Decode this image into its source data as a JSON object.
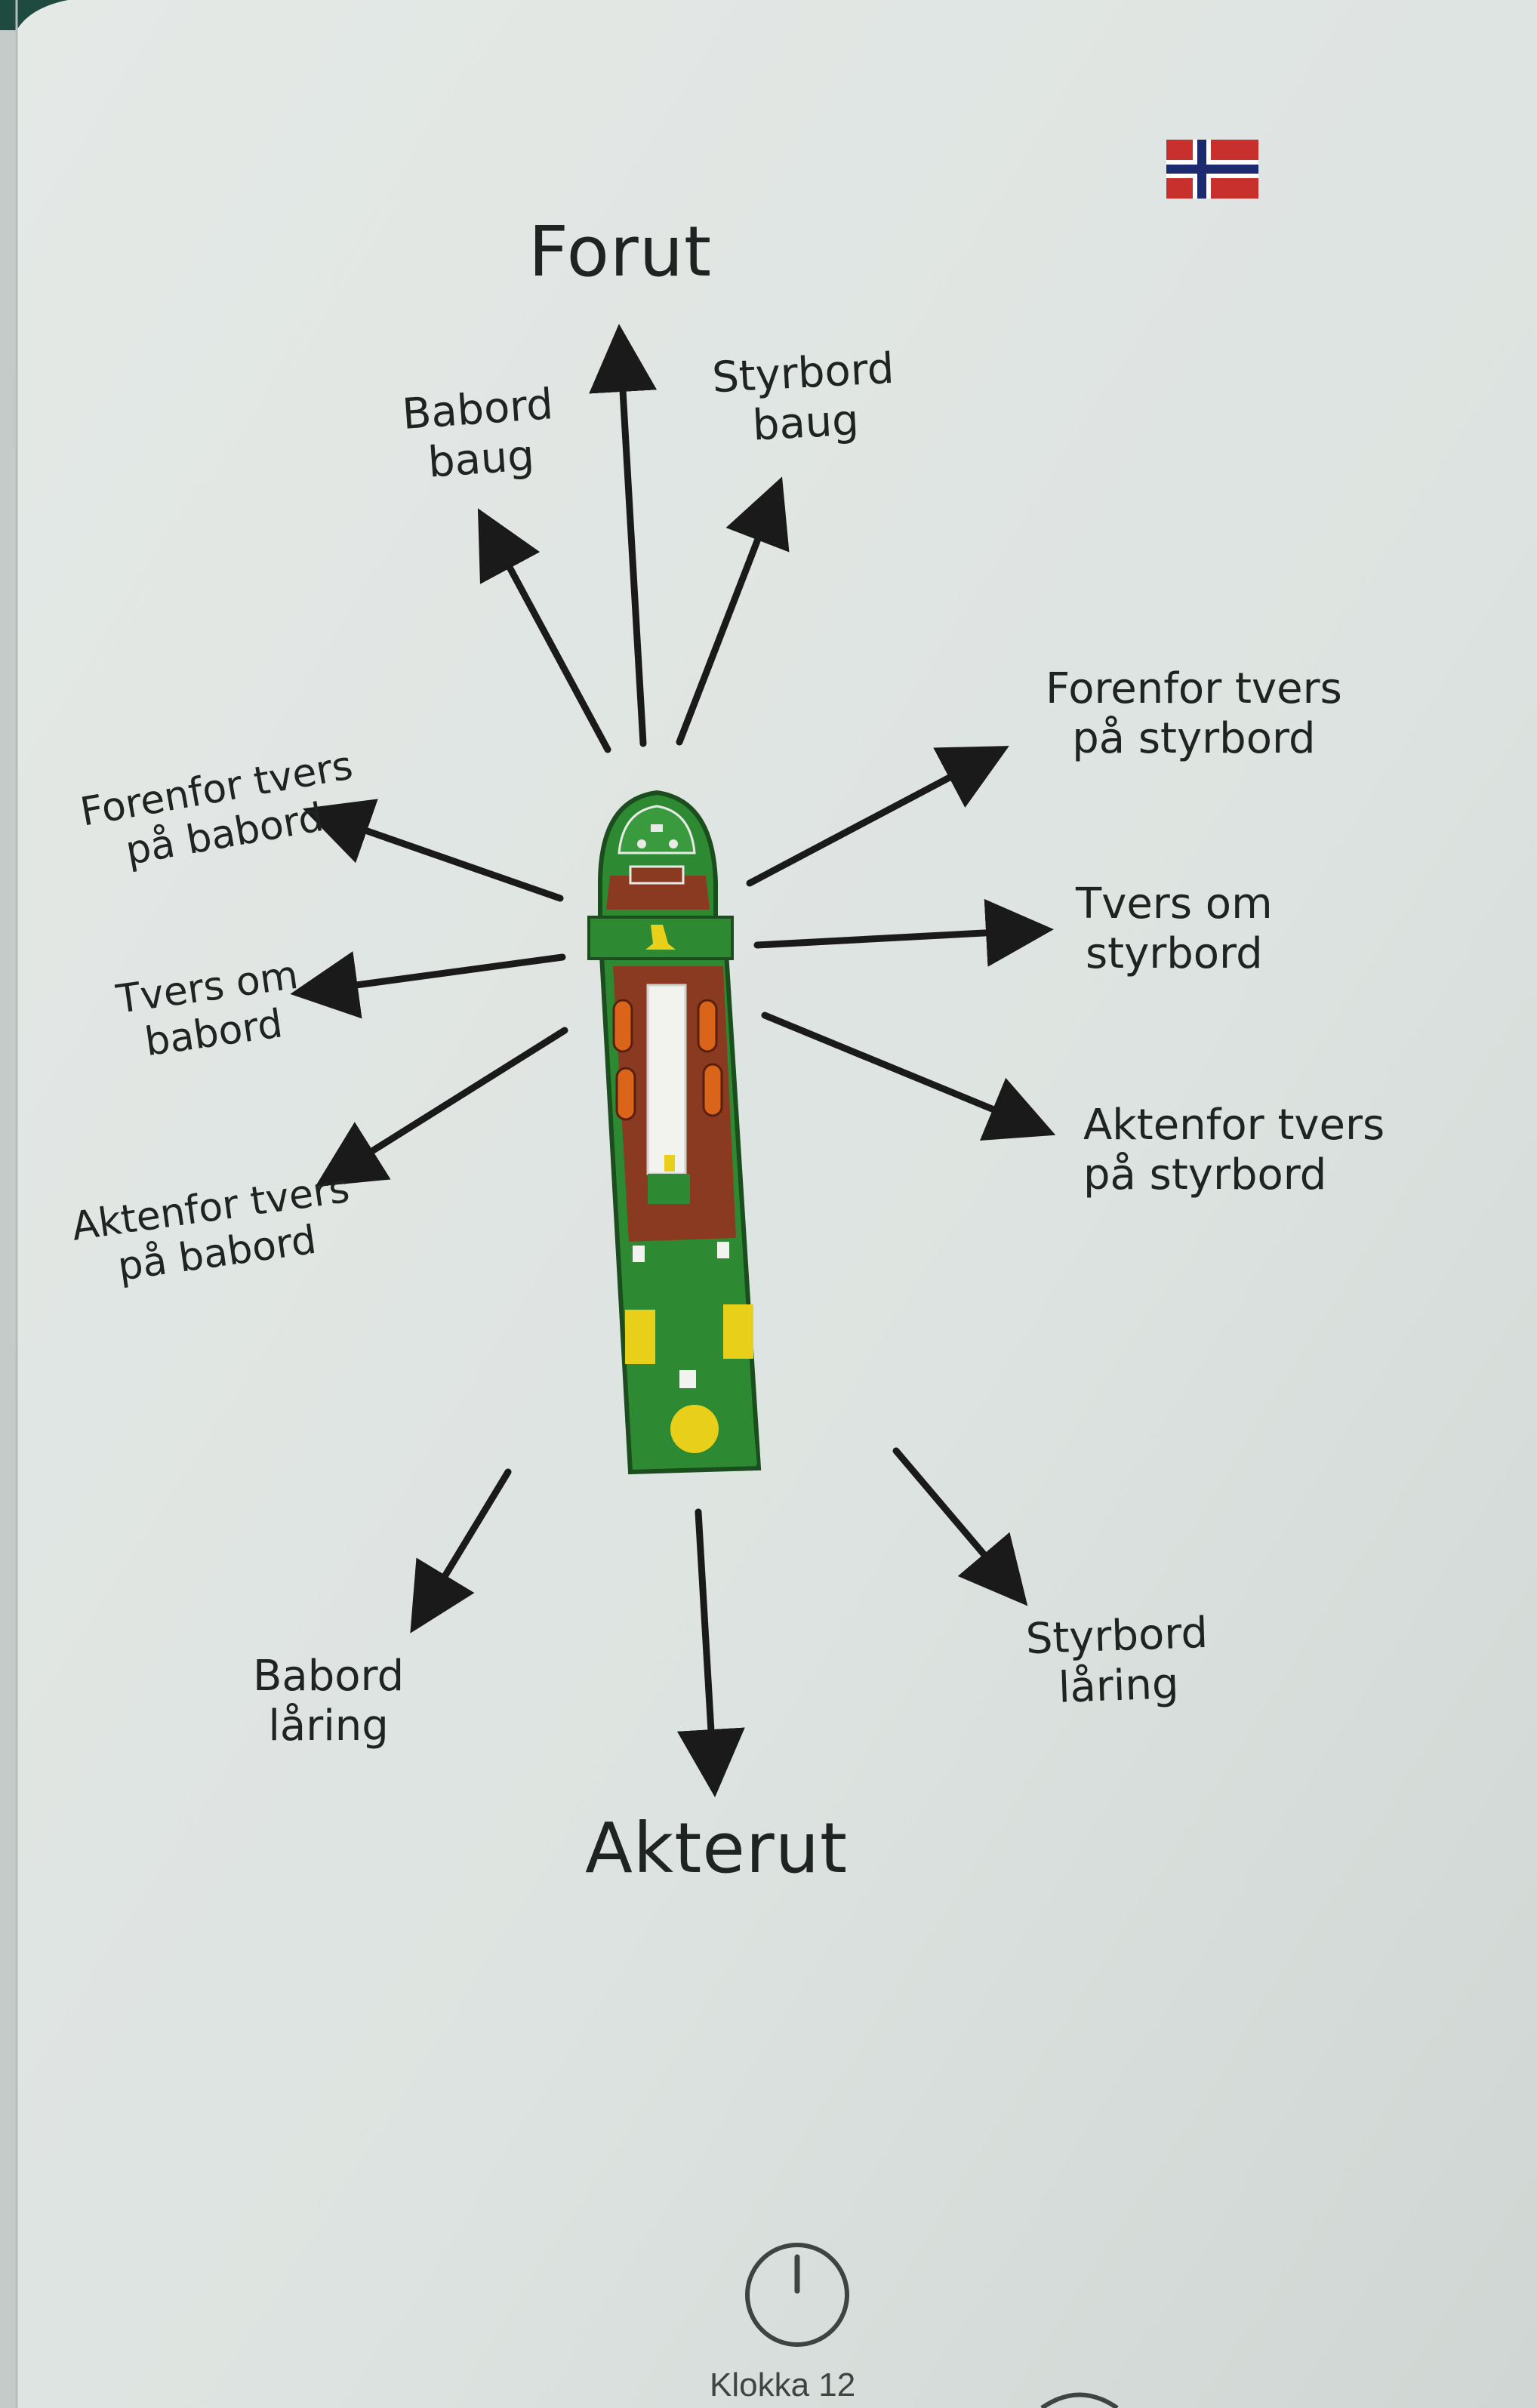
{
  "directions": {
    "forward": "Forut",
    "aft": "Akterut",
    "port_bow": [
      "Babord",
      "baug"
    ],
    "starboard_bow": [
      "Styrbord",
      "baug"
    ],
    "fwd_abeam_port": [
      "Forenfor tvers",
      "på babord"
    ],
    "fwd_abeam_starboard": [
      "Forenfor tvers",
      "på styrbord"
    ],
    "abeam_port": [
      "Tvers om",
      "babord"
    ],
    "abeam_starboard": [
      "Tvers om",
      "styrbord"
    ],
    "aft_abeam_port": [
      "Aktenfor tvers",
      "på babord"
    ],
    "aft_abeam_starboard": [
      "Aktenfor tvers",
      "på styrbord"
    ],
    "port_quarter": [
      "Babord",
      "låring"
    ],
    "starboard_quarter": [
      "Styrbord",
      "låring"
    ]
  },
  "footer": {
    "clock_label": "Klokka 12"
  },
  "colors": {
    "page": "#dde3e0",
    "hull_green": "#2e8a32",
    "deck_brown": "#8b3a22",
    "hatch_yellow": "#e8d01a",
    "lifeboat_orange": "#d9641a",
    "arrow": "#1a1a1a",
    "flag_red": "#c8302e",
    "flag_blue": "#1e2a6e"
  },
  "icons": [
    "norway-flag-icon",
    "ship-top-view-icon",
    "clock-icon"
  ]
}
